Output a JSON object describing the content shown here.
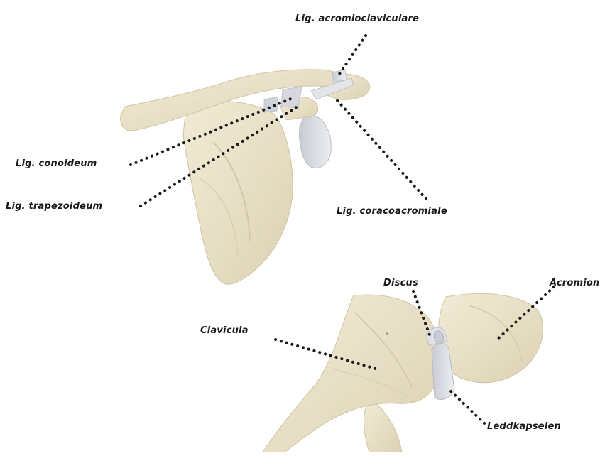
{
  "colors": {
    "bone": "#ece4cc",
    "bone_shade": "#d9cfb2",
    "bone_dark": "#c9bd9a",
    "cartilage": "#d4d6dc",
    "leader": "#1a1a1a"
  },
  "top_figure": {
    "labels": {
      "acromioclaviculare": "Lig. acromioclaviculare",
      "conoideum": "Lig. conoideum",
      "trapezoideum": "Lig. trapezoideum",
      "coracoacromiale": "Lig. coracoacromiale"
    }
  },
  "bottom_figure": {
    "labels": {
      "discus": "Discus",
      "acromion": "Acromion",
      "clavicula": "Clavicula",
      "leddkapselen": "Leddkapselen"
    }
  }
}
